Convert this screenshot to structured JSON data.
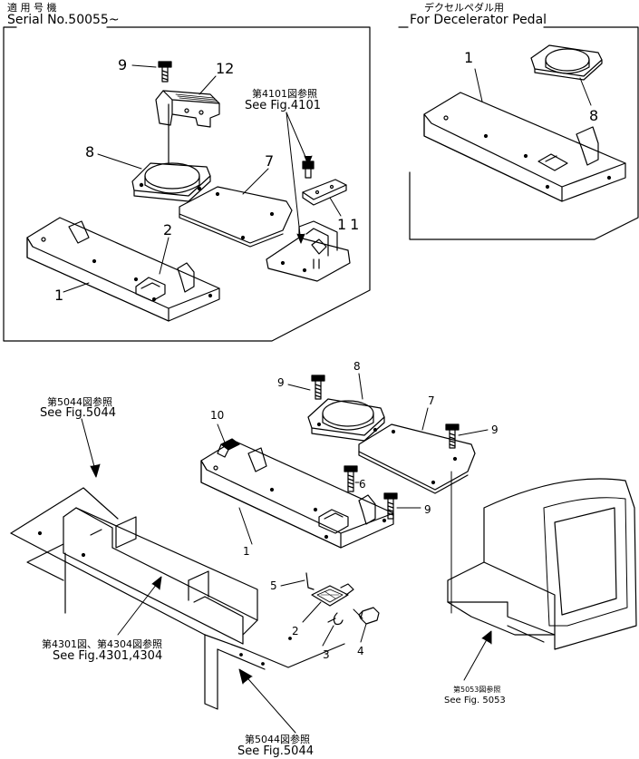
{
  "header": {
    "applicable_jp": "適 用 号 機",
    "serial": "Serial  No.50055~",
    "decel_jp": "デクセルペダル用",
    "decel_en": "For Decelerator Pedal"
  },
  "refs": {
    "fig4101_jp": "第4101図参照",
    "fig4101_en": "See Fig.4101",
    "fig5044a_jp": "第5044図参照",
    "fig5044a_en": "See Fig.5044",
    "fig4301_jp": "第4301図、第4304図参照",
    "fig4301_en": "See Fig.4301,4304",
    "fig5044b_jp": "第5044図参照",
    "fig5044b_en": "See Fig.5044",
    "fig5053_jp": "第5053図参照",
    "fig5053_en": "See Fig. 5053"
  },
  "inset_left": {
    "callouts": [
      "9",
      "12",
      "8",
      "7",
      "11",
      "2",
      "1"
    ]
  },
  "inset_right": {
    "callouts": [
      "1",
      "8"
    ]
  },
  "main": {
    "callouts": [
      "9",
      "8",
      "7",
      "10",
      "9",
      "6",
      "9",
      "1",
      "5",
      "2",
      "3",
      "4"
    ]
  },
  "colors": {
    "ink": "#000000",
    "paper": "#ffffff"
  }
}
